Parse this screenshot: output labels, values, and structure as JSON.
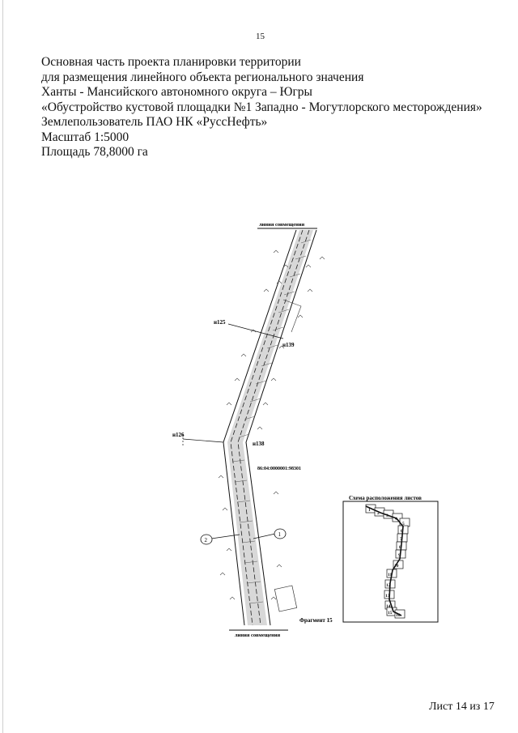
{
  "page_number": "15",
  "header": {
    "lines": [
      "Основная часть проекта планировки территории",
      "для размещения линейного объекта  регионального значения",
      " Ханты - Мансийского автономного  округа – Югры",
      "«Обустройство кустовой площадки №1 Западно - Могутлорского месторождения»",
      "Землепользователь  ПАО НК «РуссНефть»",
      "Масштаб 1:5000",
      "Площадь 78,8000 га"
    ]
  },
  "map": {
    "match_line_top": "линия совмещения",
    "match_line_bottom": "линия совмещения",
    "points": [
      "н125",
      "н139",
      "н126",
      "н138"
    ],
    "cadastral_number": "86:04:0000001:98301",
    "callouts": [
      "1",
      "2"
    ],
    "fragment_label": "Фрагмент 15"
  },
  "inset": {
    "title": "Схема расположения листов",
    "sheets": [
      "1",
      "2",
      "3",
      "4",
      "5",
      "6",
      "7",
      "8",
      "9",
      "10",
      "11",
      "12",
      "13",
      "14",
      "15",
      "16"
    ]
  },
  "footer": {
    "sheet_label": "Лист 14 из 17"
  }
}
